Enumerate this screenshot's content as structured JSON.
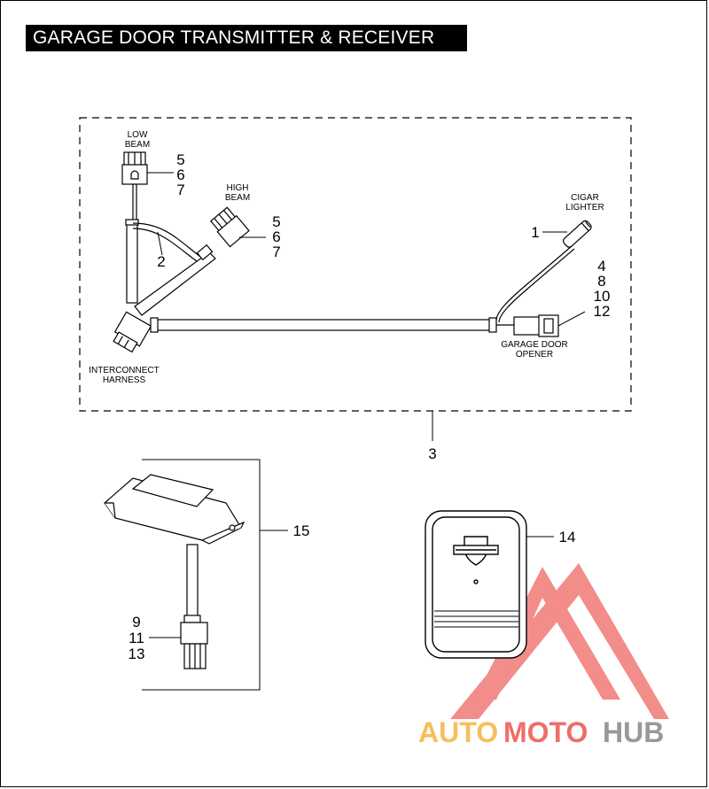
{
  "title": "GARAGE DOOR TRANSMITTER & RECEIVER",
  "labels": {
    "low_beam": [
      "LOW",
      "BEAM"
    ],
    "high_beam": [
      "HIGH",
      "BEAM"
    ],
    "cigar_lighter": [
      "CIGAR",
      "LIGHTER"
    ],
    "garage_door_opener": [
      "GARAGE DOOR",
      "OPENER"
    ],
    "interconnect_harness": [
      "INTERCONNECT",
      "HARNESS"
    ]
  },
  "callouts": {
    "low_beam_parts": [
      "5",
      "6",
      "7"
    ],
    "high_beam_parts": [
      "5",
      "6",
      "7"
    ],
    "harness": "2",
    "cigar_plug": "1",
    "opener_parts": [
      "4",
      "8",
      "10",
      "12"
    ],
    "kit": "3",
    "receiver": "15",
    "receiver_connector_parts": [
      "9",
      "11",
      "13"
    ],
    "transmitter": "14"
  },
  "watermark": {
    "text_auto": "AUTO",
    "text_moto": "MOTO",
    "text_hub": "HUB",
    "color_red": "#e8312b",
    "color_orange": "#f6a31b",
    "color_gray": "#6d6e70"
  }
}
